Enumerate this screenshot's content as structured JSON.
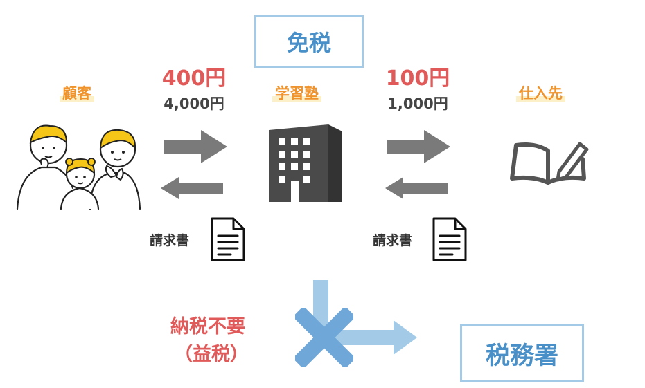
{
  "title_box": "免税",
  "customer": {
    "label": "顧客"
  },
  "school": {
    "label": "学習塾"
  },
  "supplier": {
    "label": "仕入先"
  },
  "left_price": {
    "main": "400円",
    "sub": "4,000円"
  },
  "right_price": {
    "main": "100円",
    "sub": "1,000円"
  },
  "invoice_left": "請求書",
  "invoice_right": "請求書",
  "tax_note": {
    "line1": "納税不要",
    "line2": "（益税）"
  },
  "tax_office": "税務署",
  "colors": {
    "accent_blue": "#a3cbe8",
    "red": "#e05a5a",
    "orange": "#f0932b",
    "gray_arrow": "#7a7a7a"
  }
}
